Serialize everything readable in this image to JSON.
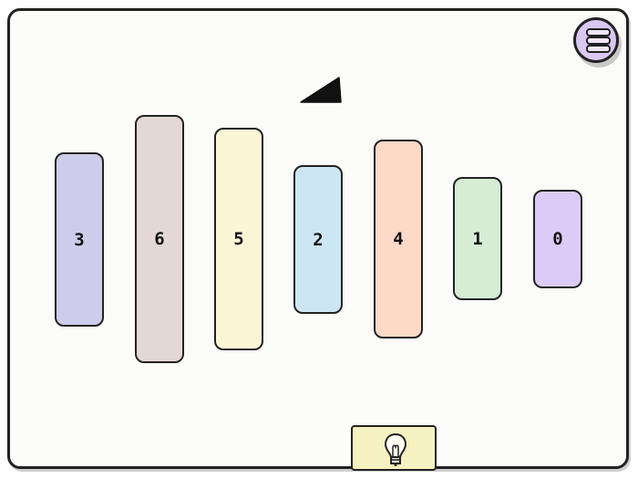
{
  "game": {
    "bars": [
      {
        "label": "3",
        "color": "#cdccea",
        "value": 3
      },
      {
        "label": "6",
        "color": "#e3d8d6",
        "value": 6
      },
      {
        "label": "5",
        "color": "#fbf6d6",
        "value": 5
      },
      {
        "label": "2",
        "color": "#cde6f4",
        "value": 2
      },
      {
        "label": "4",
        "color": "#fdd9c8",
        "value": 4
      },
      {
        "label": "1",
        "color": "#d6ecd5",
        "value": 1
      },
      {
        "label": "0",
        "color": "#dccbf6",
        "value": 0
      }
    ],
    "menu_icon": "hamburger-icon",
    "hint_icon": "lightbulb-icon",
    "pointer_icon": "triangle-pointer-icon",
    "colors": {
      "menu": "#d9c9f2",
      "hint": "#f5f1c0",
      "outline": "#222222"
    }
  }
}
